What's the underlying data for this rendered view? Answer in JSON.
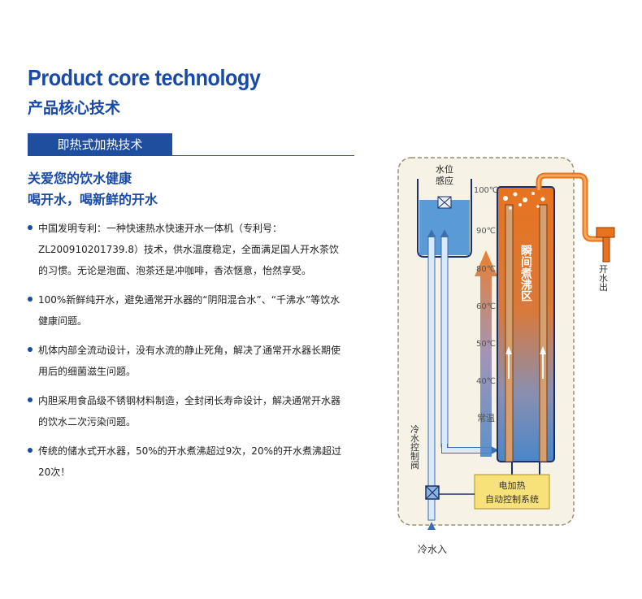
{
  "header": {
    "title_en": "Product core technology",
    "title_zh": "产品核心技术"
  },
  "section": {
    "banner": "即热式加热技术",
    "slogan_1": "关爱您的饮水健康",
    "slogan_2": "喝开水，喝新鲜的开水"
  },
  "bullets": [
    "中国发明专利：一种快速热水快速开水一体机（专利号：ZL200910201739.8）技术，供水温度稳定，全面满足国人开水茶饮的习惯。无论是泡面、泡茶还是冲咖啡，香浓惬意，怡然享受。",
    "100%新鲜纯开水，避免通常开水器的“阴阳混合水”、“千沸水”等饮水健康问题。",
    "机体内部全流动设计，没有水流的静止死角，解决了通常开水器长期使用后的细菌滋生问题。",
    "内胆采用食品级不锈钢材料制造，全封闭长寿命设计，解决通常开水器的饮水二次污染问题。",
    "传统的储水式开水器，50%的开水煮沸超过9次，20%的开水煮沸超过20次！"
  ],
  "diagram": {
    "water_level_sensor": [
      "水位",
      "感应"
    ],
    "temperatures": [
      "100℃",
      "90℃",
      "80℃",
      "60℃",
      "50℃",
      "40℃",
      "常温"
    ],
    "instant_boil_zone": "瞬间煮沸区",
    "boiling_water_out": "开水出",
    "cold_water_valve": "冷水控制阀",
    "electric_heating": "电加热",
    "auto_control": "自动控制系统",
    "cold_water_in": "冷水入",
    "colors": {
      "dashed_border": "#9c9070",
      "tank_blue": "#4a86c8",
      "hot_orange": "#e8731e",
      "control_yellow": "#f7e27a"
    }
  }
}
